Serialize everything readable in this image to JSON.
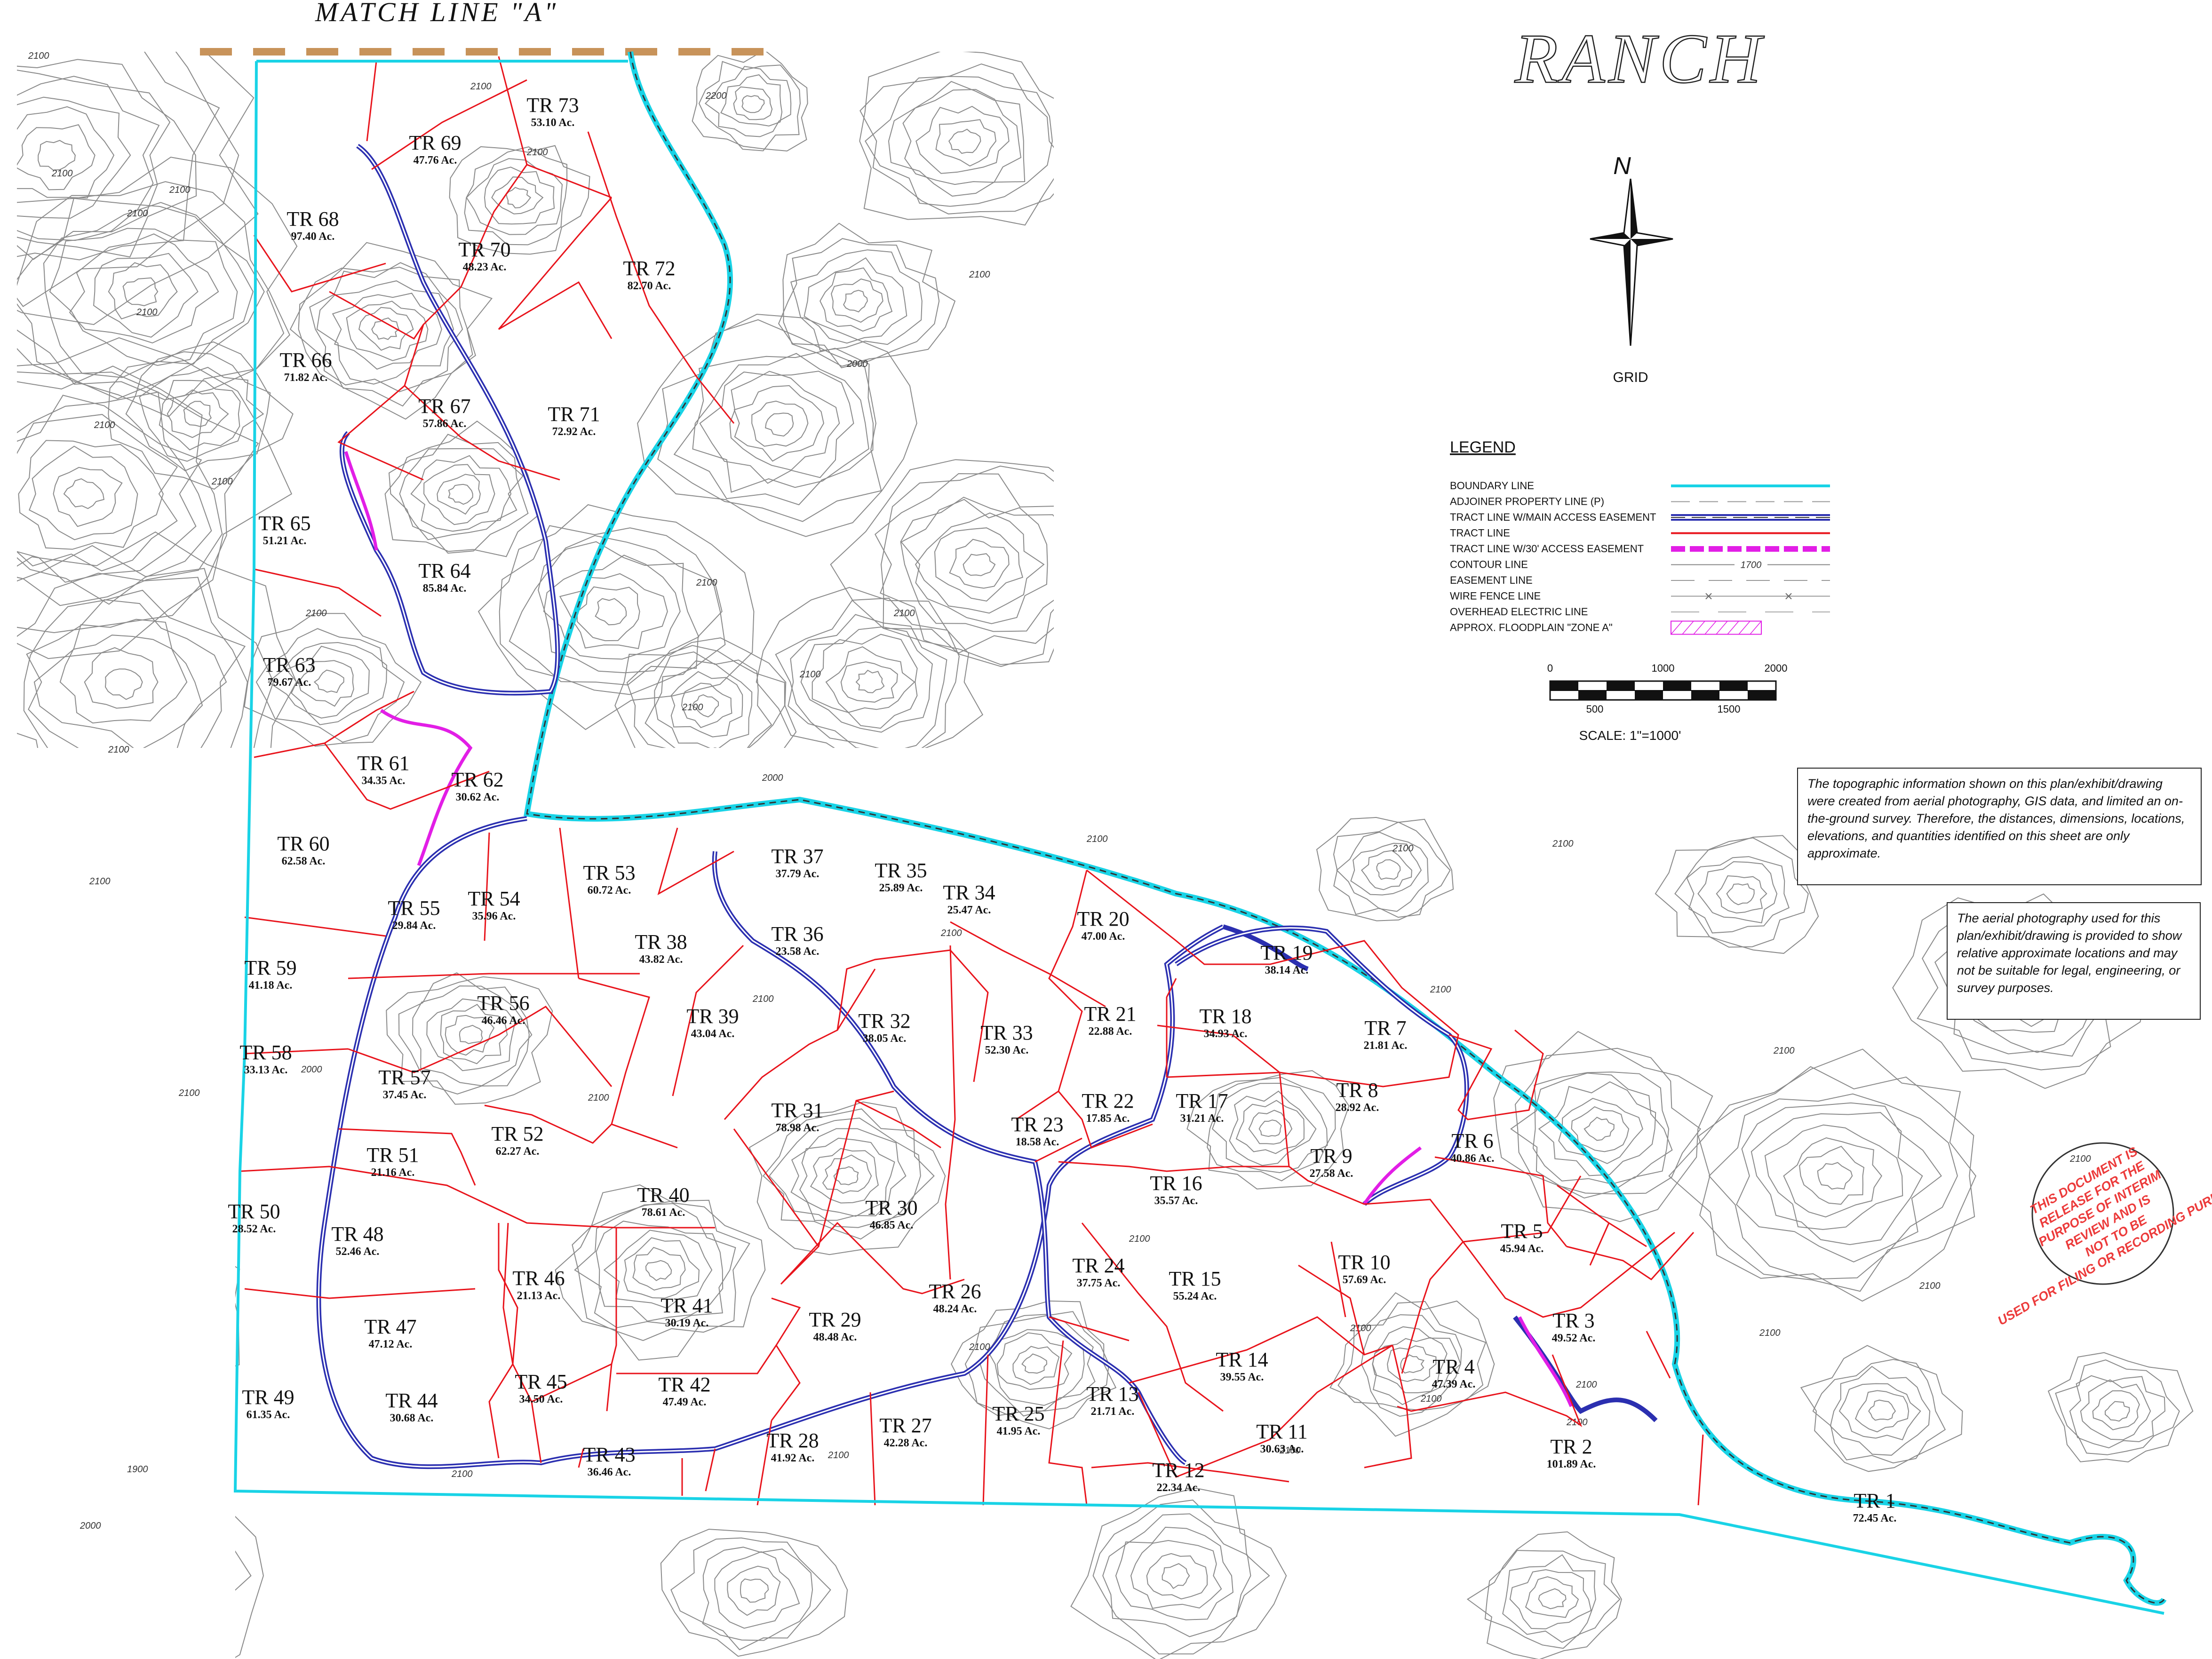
{
  "match_line": "MATCH LINE \"A\"",
  "title": "RANCH",
  "north_label": "N",
  "grid_label": "GRID",
  "legend": {
    "heading": "LEGEND",
    "items": [
      {
        "label": "BOUNDARY LINE",
        "style": "boundary"
      },
      {
        "label": "ADJOINER PROPERTY LINE (P)",
        "style": "adjoiner"
      },
      {
        "label": "TRACT LINE W/MAIN ACCESS EASEMENT",
        "style": "main-access"
      },
      {
        "label": "TRACT LINE",
        "style": "tract"
      },
      {
        "label": "TRACT LINE W/30' ACCESS EASEMENT",
        "style": "access30"
      },
      {
        "label": "CONTOUR LINE",
        "style": "contour",
        "sample_text": "1700"
      },
      {
        "label": "EASEMENT LINE",
        "style": "easement"
      },
      {
        "label": "WIRE FENCE LINE",
        "style": "fence"
      },
      {
        "label": "OVERHEAD ELECTRIC LINE",
        "style": "electric"
      },
      {
        "label": "APPROX. FLOODPLAIN \"ZONE A\"",
        "style": "floodplain"
      }
    ]
  },
  "scale": {
    "ticks_top": [
      "0",
      "1000",
      "2000"
    ],
    "ticks_bottom": [
      "500",
      "1500"
    ],
    "caption": "SCALE: 1\"=1000'"
  },
  "notes": [
    "The topographic information shown on this plan/exhibit/drawing were created from aerial photography, GIS data, and limited an on-the-ground survey. Therefore, the distances, dimensions, locations, elevations, and quantities identified on this sheet are only approximate.",
    "The aerial photography used for this plan/exhibit/drawing is provided to show relative approximate locations and may not be suitable for legal, engineering, or survey purposes."
  ],
  "stamp": "THIS DOCUMENT IS RELEASE FOR THE PURPOSE OF INTERIM REVIEW AND IS NOT TO BE USED FOR FILING OR RECORDING PURPOSES",
  "contour_labels": [
    "2100",
    "2200",
    "2000",
    "1900"
  ],
  "colors": {
    "boundary": "#19d3e6",
    "tract": "#e8141c",
    "access": "#2b2fb0",
    "easement30": "#e21ee6",
    "contour": "#8a8a8a",
    "match_line": "#c8935a",
    "stamp": "#ec3b3b"
  },
  "tracts": [
    {
      "name": "TR 1",
      "area": "72.45 Ac."
    },
    {
      "name": "TR 2",
      "area": "101.89 Ac."
    },
    {
      "name": "TR 3",
      "area": "49.52 Ac."
    },
    {
      "name": "TR 4",
      "area": "47.39 Ac."
    },
    {
      "name": "TR 5",
      "area": "45.94 Ac."
    },
    {
      "name": "TR 6",
      "area": "40.86 Ac."
    },
    {
      "name": "TR 7",
      "area": "21.81 Ac."
    },
    {
      "name": "TR 8",
      "area": "28.92 Ac."
    },
    {
      "name": "TR 9",
      "area": "27.58 Ac."
    },
    {
      "name": "TR 10",
      "area": "57.69 Ac."
    },
    {
      "name": "TR 11",
      "area": "30.63 Ac."
    },
    {
      "name": "TR 12",
      "area": "22.34 Ac."
    },
    {
      "name": "TR 13",
      "area": "21.71 Ac."
    },
    {
      "name": "TR 14",
      "area": "39.55 Ac."
    },
    {
      "name": "TR 15",
      "area": "55.24 Ac."
    },
    {
      "name": "TR 16",
      "area": "35.57 Ac."
    },
    {
      "name": "TR 17",
      "area": "31.21 Ac."
    },
    {
      "name": "TR 18",
      "area": "34.93 Ac."
    },
    {
      "name": "TR 19",
      "area": "38.14 Ac."
    },
    {
      "name": "TR 20",
      "area": "47.00 Ac."
    },
    {
      "name": "TR 21",
      "area": "22.88 Ac."
    },
    {
      "name": "TR 22",
      "area": "17.85 Ac."
    },
    {
      "name": "TR 23",
      "area": "18.58 Ac."
    },
    {
      "name": "TR 24",
      "area": "37.75 Ac."
    },
    {
      "name": "TR 25",
      "area": "41.95 Ac."
    },
    {
      "name": "TR 26",
      "area": "48.24 Ac."
    },
    {
      "name": "TR 27",
      "area": "42.28 Ac."
    },
    {
      "name": "TR 28",
      "area": "41.92 Ac."
    },
    {
      "name": "TR 29",
      "area": "48.48 Ac."
    },
    {
      "name": "TR 30",
      "area": "46.85 Ac."
    },
    {
      "name": "TR 31",
      "area": "78.98 Ac."
    },
    {
      "name": "TR 32",
      "area": "38.05 Ac."
    },
    {
      "name": "TR 33",
      "area": "52.30 Ac."
    },
    {
      "name": "TR 34",
      "area": "25.47 Ac."
    },
    {
      "name": "TR 35",
      "area": "25.89 Ac."
    },
    {
      "name": "TR 36",
      "area": "23.58 Ac."
    },
    {
      "name": "TR 37",
      "area": "37.79 Ac."
    },
    {
      "name": "TR 38",
      "area": "43.82 Ac."
    },
    {
      "name": "TR 39",
      "area": "43.04 Ac."
    },
    {
      "name": "TR 40",
      "area": "78.61 Ac."
    },
    {
      "name": "TR 41",
      "area": "30.19 Ac."
    },
    {
      "name": "TR 42",
      "area": "47.49 Ac."
    },
    {
      "name": "TR 43",
      "area": "36.46 Ac."
    },
    {
      "name": "TR 44",
      "area": "30.68 Ac."
    },
    {
      "name": "TR 45",
      "area": "34.50 Ac."
    },
    {
      "name": "TR 46",
      "area": "21.13 Ac."
    },
    {
      "name": "TR 47",
      "area": "47.12 Ac."
    },
    {
      "name": "TR 48",
      "area": "52.46 Ac."
    },
    {
      "name": "TR 49",
      "area": "61.35 Ac."
    },
    {
      "name": "TR 50",
      "area": "28.52 Ac."
    },
    {
      "name": "TR 51",
      "area": "21.16 Ac."
    },
    {
      "name": "TR 52",
      "area": "62.27 Ac."
    },
    {
      "name": "TR 53",
      "area": "60.72 Ac."
    },
    {
      "name": "TR 54",
      "area": "35.96 Ac."
    },
    {
      "name": "TR 55",
      "area": "29.84 Ac."
    },
    {
      "name": "TR 56",
      "area": "46.46 Ac."
    },
    {
      "name": "TR 57",
      "area": "37.45 Ac."
    },
    {
      "name": "TR 58",
      "area": "33.13 Ac."
    },
    {
      "name": "TR 59",
      "area": "41.18 Ac."
    },
    {
      "name": "TR 60",
      "area": "62.58 Ac."
    },
    {
      "name": "TR 61",
      "area": "34.35 Ac."
    },
    {
      "name": "TR 62",
      "area": "30.62 Ac."
    },
    {
      "name": "TR 63",
      "area": "79.67 Ac."
    },
    {
      "name": "TR 64",
      "area": "85.84 Ac."
    },
    {
      "name": "TR 65",
      "area": "51.21 Ac."
    },
    {
      "name": "TR 66",
      "area": "71.82 Ac."
    },
    {
      "name": "TR 67",
      "area": "57.86 Ac."
    },
    {
      "name": "TR 68",
      "area": "97.40 Ac."
    },
    {
      "name": "TR 69",
      "area": "47.76 Ac."
    },
    {
      "name": "TR 70",
      "area": "48.23 Ac."
    },
    {
      "name": "TR 71",
      "area": "72.92 Ac."
    },
    {
      "name": "TR 72",
      "area": "82.70 Ac."
    },
    {
      "name": "TR 73",
      "area": "53.10 Ac."
    }
  ]
}
